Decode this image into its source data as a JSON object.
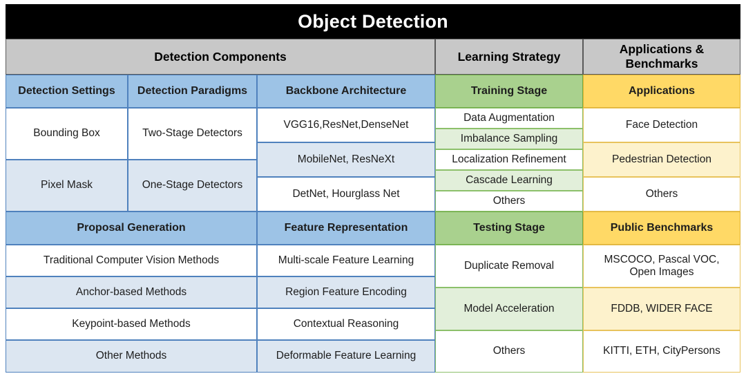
{
  "title": "Object Detection",
  "categories": [
    {
      "label": "Detection Components",
      "span": 3
    },
    {
      "label": "Learning Strategy",
      "span": 1
    },
    {
      "label": "Applications &\nBenchmarks",
      "span": 1
    }
  ],
  "category_labels": {
    "detection_components": "Detection Components",
    "learning_strategy": "Learning Strategy",
    "applications_benchmarks_line1": "Applications &",
    "applications_benchmarks_line2": "Benchmarks"
  },
  "block1": {
    "columns": [
      {
        "header": "Detection Settings",
        "accent": "#9DC3E6",
        "items": [
          "Bounding Box",
          "Pixel Mask"
        ]
      },
      {
        "header": "Detection Paradigms",
        "accent": "#9DC3E6",
        "items": [
          "Two-Stage Detectors",
          "One-Stage Detectors"
        ]
      },
      {
        "header": "Backbone Architecture",
        "accent": "#9DC3E6",
        "items": [
          "VGG16,ResNet,DenseNet",
          "MobileNet, ResNeXt",
          "DetNet, Hourglass Net"
        ]
      },
      {
        "header": "Training Stage",
        "accent": "#A9D18E",
        "items": [
          "Data Augmentation",
          "Imbalance Sampling",
          "Localization Refinement",
          "Cascade Learning",
          "Others"
        ]
      },
      {
        "header": "Applications",
        "accent": "#FFD966",
        "items": [
          "Face Detection",
          "Pedestrian Detection",
          "Others"
        ]
      }
    ]
  },
  "block2": {
    "columns": [
      {
        "header": "Proposal Generation",
        "accent": "#9DC3E6",
        "span": 2,
        "items": [
          "Traditional Computer Vision Methods",
          "Anchor-based Methods",
          "Keypoint-based Methods",
          "Other Methods"
        ]
      },
      {
        "header": "Feature Representation",
        "accent": "#9DC3E6",
        "span": 1,
        "items": [
          "Multi-scale Feature Learning",
          "Region Feature Encoding",
          "Contextual Reasoning",
          "Deformable Feature Learning"
        ]
      },
      {
        "header": "Testing Stage",
        "accent": "#A9D18E",
        "span": 1,
        "items": [
          "Duplicate Removal",
          "Model Acceleration",
          "Others"
        ]
      },
      {
        "header": "Public Benchmarks",
        "accent": "#FFD966",
        "span": 1,
        "items": [
          "MSCOCO, Pascal VOC,\nOpen Images",
          "FDDB, WIDER FACE",
          "KITTI, ETH, CityPersons"
        ]
      }
    ]
  },
  "colors": {
    "title_bg": "#000000",
    "title_fg": "#ffffff",
    "category_bg": "#c8c8c8",
    "blue_header": "#9DC3E6",
    "blue_alt": "#DCE6F1",
    "green_header": "#A9D18E",
    "green_alt": "#E2EFDA",
    "yellow_header": "#FFD966",
    "yellow_alt": "#FDF2CC",
    "white": "#ffffff"
  }
}
